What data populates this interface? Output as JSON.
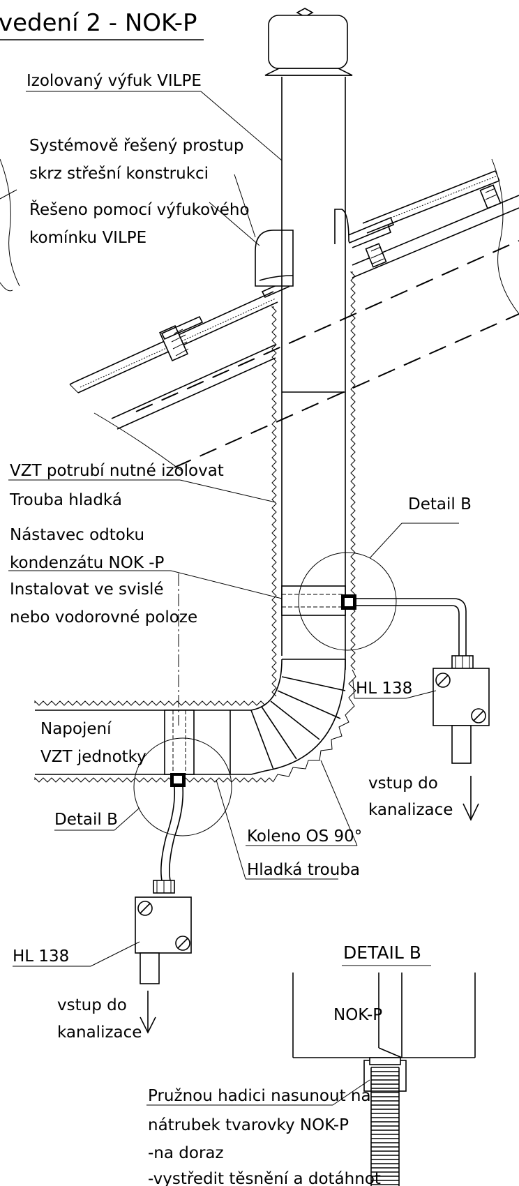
{
  "title": "vedení 2 - NOK-P",
  "labels": {
    "izolovany_vyfuk": "Izolovaný výfuk VILPE",
    "prostup_1": "Systémově řešený prostup",
    "prostup_2": "skrz střešní konstrukci",
    "reseno_1": "Řešeno pomocí výfukového",
    "reseno_2": "komínku VILPE",
    "vzt_izolovat": "VZT potrubí nutné izolovat",
    "trouba_hladka": "Trouba hladká",
    "nastavec_1": "Nástavec odtoku",
    "nastavec_2": "kondenzátu NOK -P",
    "instalovat_1": "Instalovat ve svislé",
    "instalovat_2": "nebo vodorovné poloze",
    "detail_b_upper": "Detail  B",
    "hl138_right": "HL 138",
    "vstup_right_1": "vstup do",
    "vstup_right_2": "kanalizace",
    "napojeni_1": "Napojení",
    "napojeni_2": "VZT jednotky",
    "detail_b_lower": "Detail  B",
    "koleno": "Koleno  OS 90°",
    "hladka_trouba": "Hladká trouba",
    "hl138_left": "HL 138",
    "vstup_left_1": "vstup do",
    "vstup_left_2": "kanalizace",
    "detail_b_title": "DETAIL  B",
    "nok_p": "NOK-P",
    "pruznou_1": "Pružnou hadici nasunout na",
    "pruznou_2": "nátrubek tvarovky NOK-P",
    "pruznou_3": "-na doraz",
    "pruznou_4": "-vystředit těsnění a dotáhnot"
  }
}
